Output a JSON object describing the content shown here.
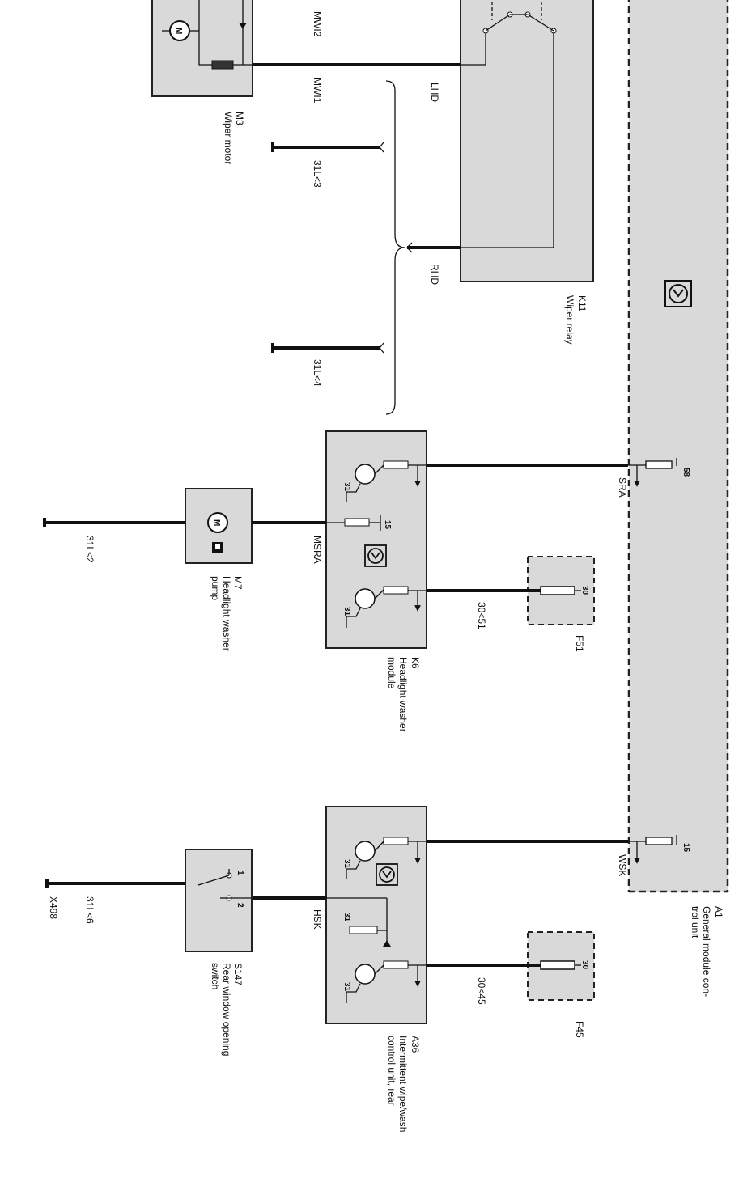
{
  "wires": {
    "mwi2": "MWI2",
    "mwi1": "MWI1",
    "l31_3": "31L<3",
    "l31_4": "31L<4",
    "lhd": "LHD",
    "rhd": "RHD",
    "sra": "SRA",
    "msra": "MSRA",
    "l31_2": "31L<2",
    "w30_51": "30<51",
    "wsk": "WSK",
    "hsk": "HSK",
    "l31_6": "31L<6",
    "x498": "X498",
    "w30_45": "30<45"
  },
  "components": {
    "a1": {
      "id": "A1",
      "name": "General module con-\ntrol unit",
      "name_l1": "General module con-",
      "name_l2": "trol unit",
      "pin58": "58",
      "pin15": "15"
    },
    "k11": {
      "id": "K11",
      "name": "Wiper relay"
    },
    "m3": {
      "id": "M3",
      "name": "Wiper motor",
      "symbol": "M"
    },
    "k6": {
      "id": "K6",
      "name_l1": "Headlight washer",
      "name_l2": "module",
      "pin15": "15",
      "pin31a": "31",
      "pin31b": "31"
    },
    "m7": {
      "id": "M7",
      "name_l1": "Headlight washer",
      "name_l2": "pump",
      "symbol": "M"
    },
    "f51": {
      "id": "F51",
      "pin": "30"
    },
    "f45": {
      "id": "F45",
      "pin": "30"
    },
    "a36": {
      "id": "A36",
      "name_l1": "Intermittent wipe/wash",
      "name_l2": "control unit, rear",
      "pin31a": "31",
      "pin31b": "31",
      "pin31c": "31"
    },
    "s147": {
      "id": "S147",
      "name_l1": "Rear window opening",
      "name_l2": "switch",
      "pin1": "1",
      "pin2": "2"
    }
  }
}
